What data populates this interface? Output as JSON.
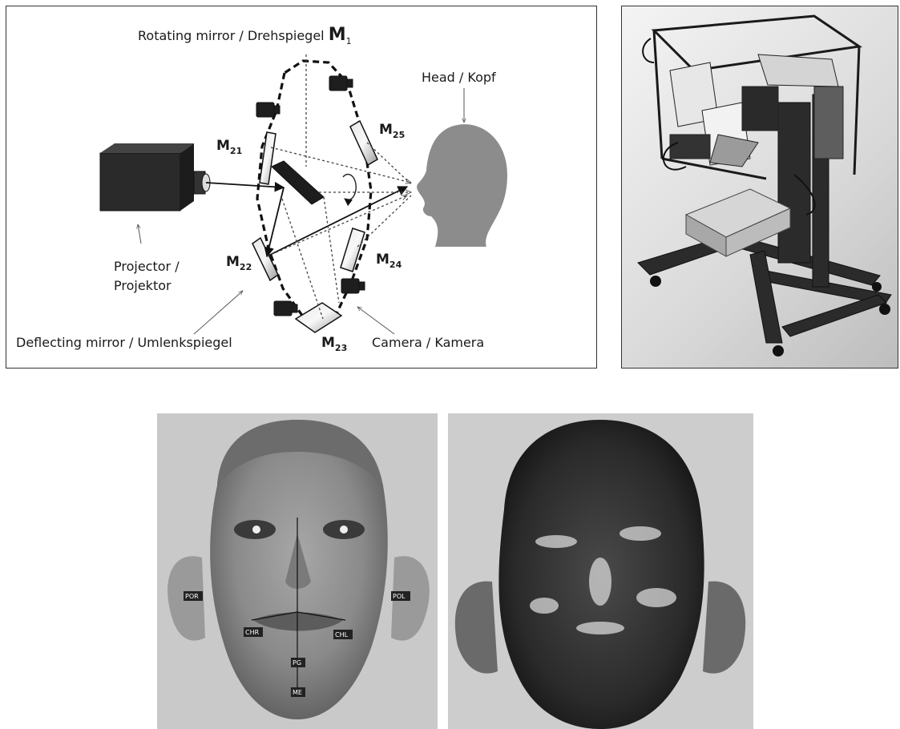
{
  "diagram": {
    "rotating_mirror": {
      "text": "Rotating mirror / Drehspiegel ",
      "symbol": "M",
      "sub": "1"
    },
    "head": "Head / Kopf",
    "projector_line1": "Projector /",
    "projector_line2": "Projektor",
    "deflecting": "Deflecting mirror / Umlenkspiegel",
    "camera": "Camera / Kamera",
    "mirrors": [
      {
        "symbol": "M",
        "sub": "21"
      },
      {
        "symbol": "M",
        "sub": "22"
      },
      {
        "symbol": "M",
        "sub": "23"
      },
      {
        "symbol": "M",
        "sub": "24"
      },
      {
        "symbol": "M",
        "sub": "25"
      }
    ]
  },
  "scan_labels": {
    "por": "POR",
    "pol": "POL",
    "chr": "CHR",
    "chl": "CHL",
    "pg": "PG",
    "me": "ME"
  },
  "colors": {
    "face_gray": "#8c8c8c",
    "projector": "#2a2a2a",
    "frame": "#4a4a4a"
  }
}
